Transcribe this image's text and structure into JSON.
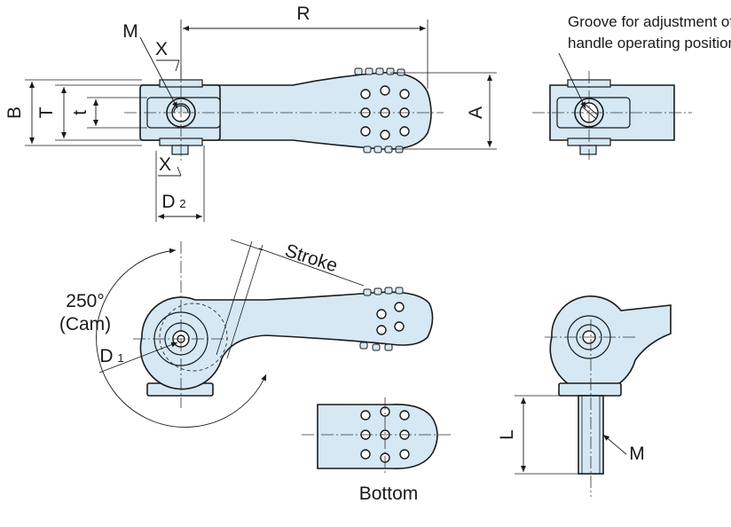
{
  "labels": {
    "R": "R",
    "M_top": "M",
    "X_top": "X",
    "X_bottom": "X",
    "B": "B",
    "T": "T",
    "t": "t",
    "A": "A",
    "D2_main": "D",
    "D2_sub": "2",
    "groove_line1": "Groove for adjustment of",
    "groove_line2": "handle operating position",
    "stroke": "Stroke",
    "cam_angle": "250°",
    "cam_word": "(Cam)",
    "D1_main": "D",
    "D1_sub": "1",
    "bottom": "Bottom",
    "L": "L",
    "M_side": "M"
  },
  "colors": {
    "part_fill": "#d5e8f4",
    "outline": "#1a1a1a"
  }
}
